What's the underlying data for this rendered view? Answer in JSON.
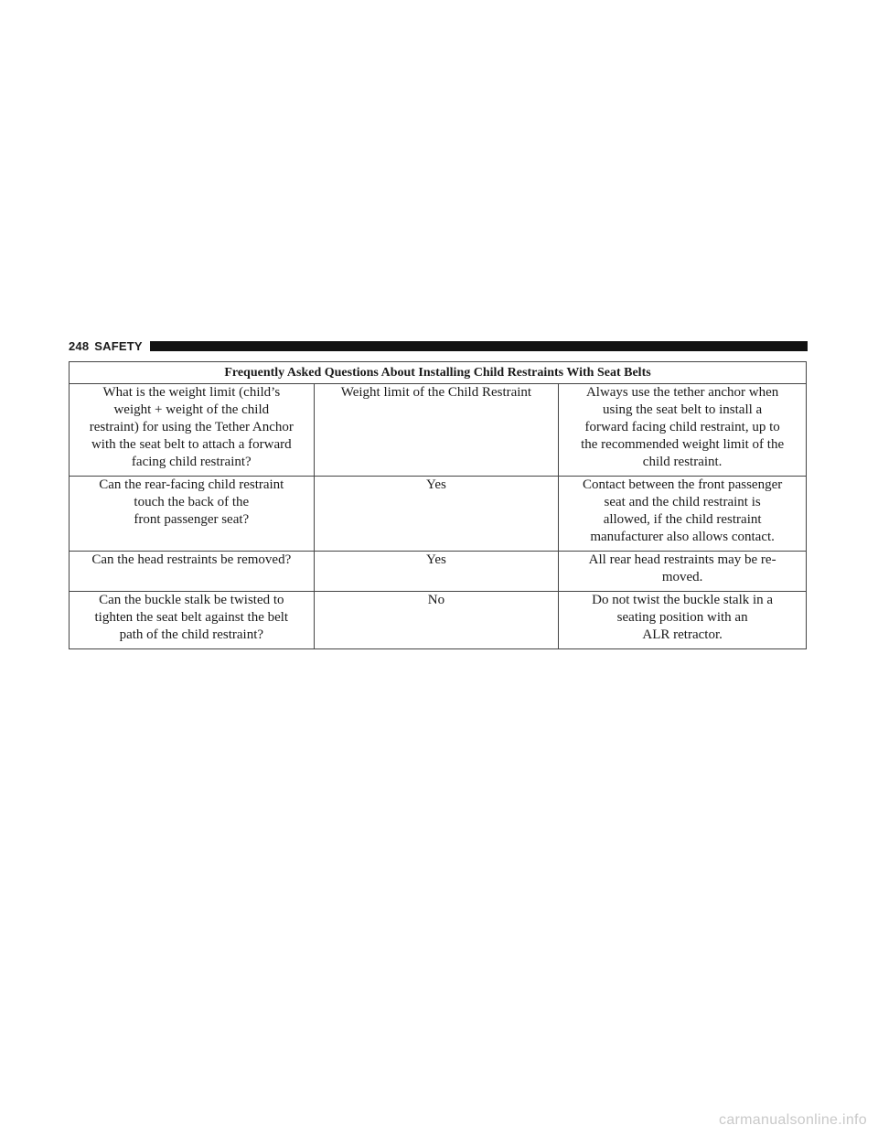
{
  "header": {
    "page_number": "248",
    "section": "SAFETY"
  },
  "table": {
    "title": "Frequently Asked Questions About Installing Child Restraints With Seat Belts",
    "rows": [
      {
        "question": [
          "What is the weight limit (child’s",
          "weight + weight of the child",
          "restraint) for using the Tether Anchor",
          "with the seat belt to attach a forward",
          "facing child restraint?"
        ],
        "answer": [
          "Weight limit of the Child Restraint"
        ],
        "note": [
          "Always use the tether anchor when",
          "using the seat belt to install a",
          "forward facing child restraint, up to",
          "the recommended weight limit of the",
          "child restraint."
        ]
      },
      {
        "question": [
          "Can the rear-facing child restraint",
          "touch the back of the",
          "front passenger seat?"
        ],
        "answer": [
          "Yes"
        ],
        "note": [
          "Contact between the front passenger",
          "seat and the child restraint is",
          "allowed, if the child restraint",
          "manufacturer also allows contact."
        ]
      },
      {
        "question": [
          "Can the head restraints be removed?"
        ],
        "answer": [
          "Yes"
        ],
        "note": [
          "All rear head restraints may be re-",
          "moved."
        ]
      },
      {
        "question": [
          "Can the buckle stalk be twisted to",
          "tighten the seat belt against the belt",
          "path of the child restraint?"
        ],
        "answer": [
          "No"
        ],
        "note": [
          "Do not twist the buckle stalk in a",
          "seating position with an",
          "ALR retractor."
        ]
      }
    ]
  },
  "watermark": "carmanualsonline.info"
}
